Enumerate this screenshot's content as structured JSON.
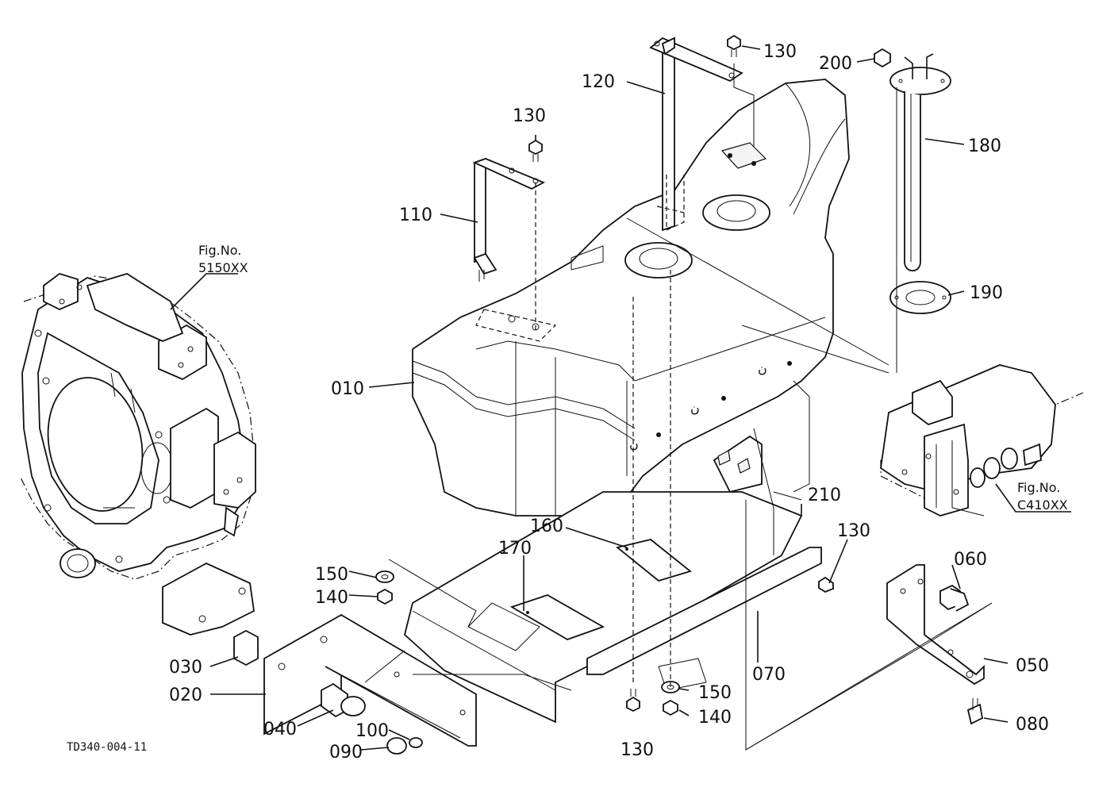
{
  "diagram": {
    "code": "TD340-004-11",
    "parts": [
      "010",
      "020",
      "030",
      "040",
      "050",
      "060",
      "070",
      "080",
      "090",
      "100",
      "110",
      "120",
      "130",
      "140",
      "150",
      "160",
      "170",
      "180",
      "190",
      "200",
      "210"
    ],
    "figure_refs": [
      {
        "line1": "Fig.No.",
        "line2": "5150XX"
      },
      {
        "line1": "Fig.No.",
        "line2": "C410XX"
      }
    ]
  }
}
